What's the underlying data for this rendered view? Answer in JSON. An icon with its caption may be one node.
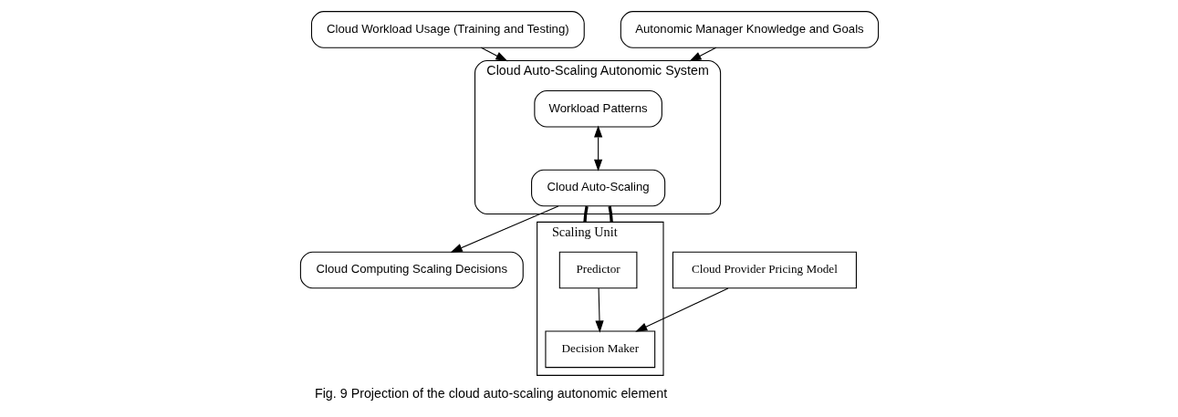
{
  "diagram": {
    "caption": "Fig. 9 Projection of the cloud auto-scaling autonomic element",
    "nodes": [
      {
        "text": [
          "Cloud Workload Usage (Training and Testing)"
        ]
      },
      {
        "text": [
          "Autonomic Manager Knowledge and Goals"
        ]
      },
      {
        "text": [
          "Cloud Auto-Scaling Autonomic System"
        ]
      },
      {
        "text": [
          "Workload Patterns"
        ],
        "in": 2
      },
      {
        "text": [
          "Cloud Auto-Scaling"
        ],
        "in": 2
      },
      {
        "text": [
          "Cloud Computing Scaling Decisions"
        ]
      },
      {
        "text": [
          "Scaling Unit"
        ]
      },
      {
        "text": [
          "Predictor"
        ],
        "in": 6
      },
      {
        "text": [
          "Decision Maker"
        ],
        "in": 6
      },
      {
        "text": [
          "Cloud Provider Pricing Model"
        ]
      }
    ],
    "edges": [
      {
        "from": 0,
        "to": 2,
        "arrow": "to"
      },
      {
        "from": 1,
        "to": 2,
        "arrow": "to"
      },
      {
        "from": 3,
        "to": 4,
        "arrow": "both"
      },
      {
        "from": 4,
        "to": 5,
        "arrow": "to"
      },
      {
        "from": 4,
        "to": 6,
        "arrow": "none",
        "style": "thick"
      },
      {
        "from": 4,
        "to": 6,
        "arrow": "none",
        "style": "thick"
      },
      {
        "from": 7,
        "to": 8,
        "arrow": "to"
      },
      {
        "from": 9,
        "to": 8,
        "arrow": "to"
      }
    ]
  }
}
